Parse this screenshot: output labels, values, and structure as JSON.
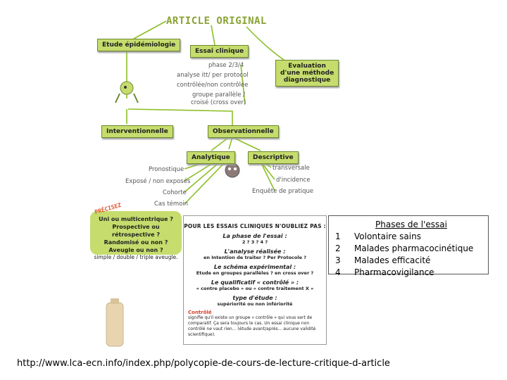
{
  "title": "ARTICLE ORIGINAL",
  "nodes": {
    "etude": "Etude épidémiologie",
    "essai": "Essai clinique",
    "evaluation_l1": "Evaluation",
    "evaluation_l2": "d'une méthode",
    "evaluation_l3": "diagnostique",
    "interventionnelle": "Interventionnelle",
    "observationnelle": "Observationnelle",
    "analytique": "Analytique",
    "descriptive": "Descriptive"
  },
  "essai_labels": [
    "phase 2/3/4",
    "analyse itt/ per protocol",
    "contrôlée/non contrôlée",
    "groupe parallèle /",
    "croisé (cross over)"
  ],
  "analytique_labels": [
    "Pronostique",
    "Exposé / non exposés",
    "Cohorte",
    "Cas témoin"
  ],
  "descriptive_labels": [
    "transversale",
    "d'incidence",
    "Enquête de pratique"
  ],
  "precisez": {
    "tag": "PRÉCISEZ",
    "lines": [
      "Uni ou multicentrique ?",
      "Prospective ou rétrospective ?",
      "Randomisé ou non ?",
      "Aveugle ou non ?"
    ],
    "small": "simple / double / triple aveugle."
  },
  "card": {
    "header": "POUR LES ESSAIS CLINIQUES N'OUBLIEZ PAS :",
    "items": [
      {
        "h": "La phase de l'essai :",
        "s": "2 ? 3 ? 4 ?"
      },
      {
        "h": "L'analyse réalisée :",
        "s": "en Intention de traiter ? Per Protocole ?"
      },
      {
        "h": "Le schéma expérimental :",
        "s": "Etude en groupes parallèles ? en cross over ?"
      },
      {
        "h": "Le qualificatif « contrôlé » :",
        "s": "« contre placebo » ou « contre traitement X »"
      },
      {
        "h": "type d'étude :",
        "s": "supériorité ou non infériorité"
      }
    ],
    "note_key": "Contrôlé",
    "note_text": "signifie qu'il existe un groupe « contrôle » qui vous sert de comparatif. Ça sera toujours le cas. Un essai clinique non contrôlé ne vaut rien... (étude avant/après... aucune validité scientifique)."
  },
  "phases": {
    "title": "Phases de l'essai",
    "items": [
      {
        "num": "1",
        "text": "Volontaire sains"
      },
      {
        "num": "2",
        "text": "Malades pharmacocinétique"
      },
      {
        "num": "3",
        "text": "Malades efficacité"
      },
      {
        "num": "4",
        "text": "Pharmacovigilance"
      }
    ]
  },
  "url": "http://www.lca-ecn.info/index.php/polycopie-de-cours-de-lecture-critique-d-article"
}
